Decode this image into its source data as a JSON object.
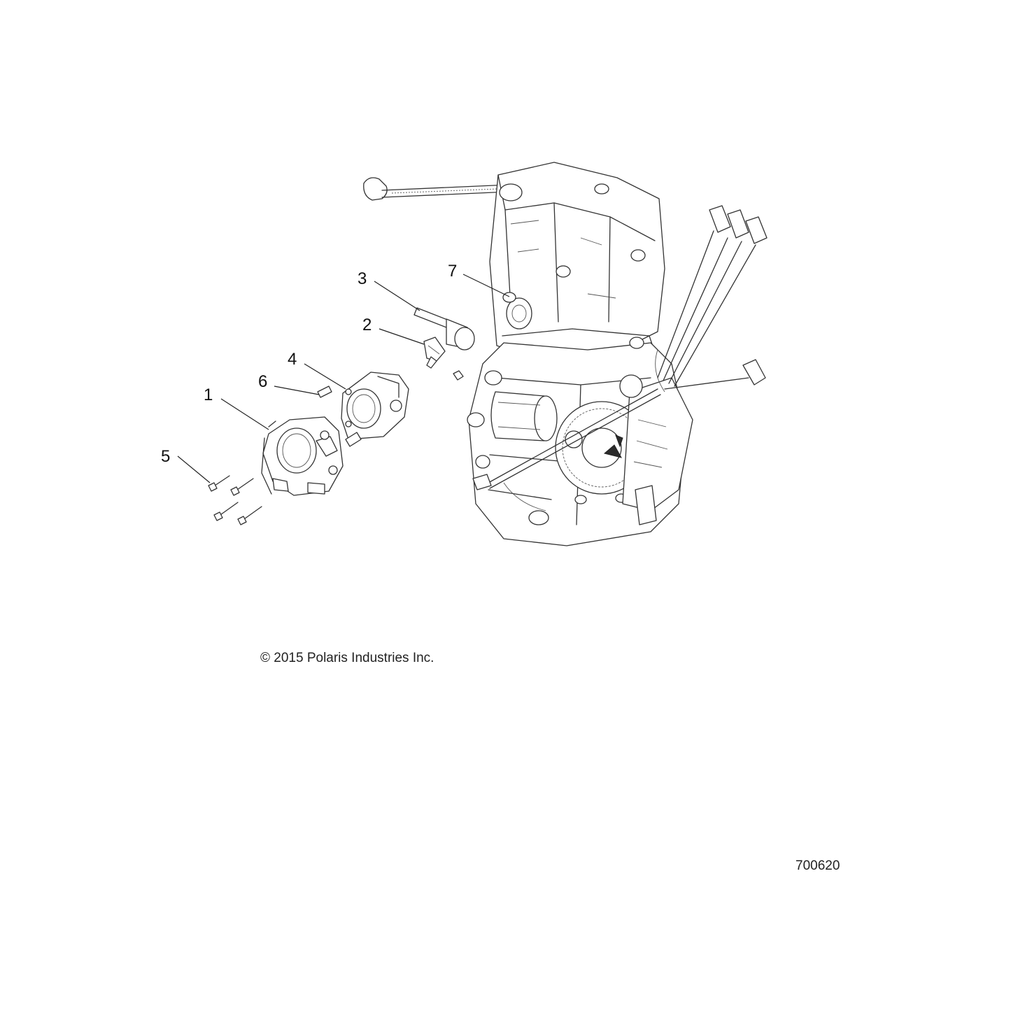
{
  "callouts": [
    {
      "id": "1",
      "label": "1"
    },
    {
      "id": "2",
      "label": "2"
    },
    {
      "id": "3",
      "label": "3"
    },
    {
      "id": "4",
      "label": "4"
    },
    {
      "id": "5",
      "label": "5"
    },
    {
      "id": "6",
      "label": "6"
    },
    {
      "id": "7",
      "label": "7"
    }
  ],
  "footer": {
    "copyright": "© 2015 Polaris Industries Inc.",
    "figure_number": "700620"
  }
}
